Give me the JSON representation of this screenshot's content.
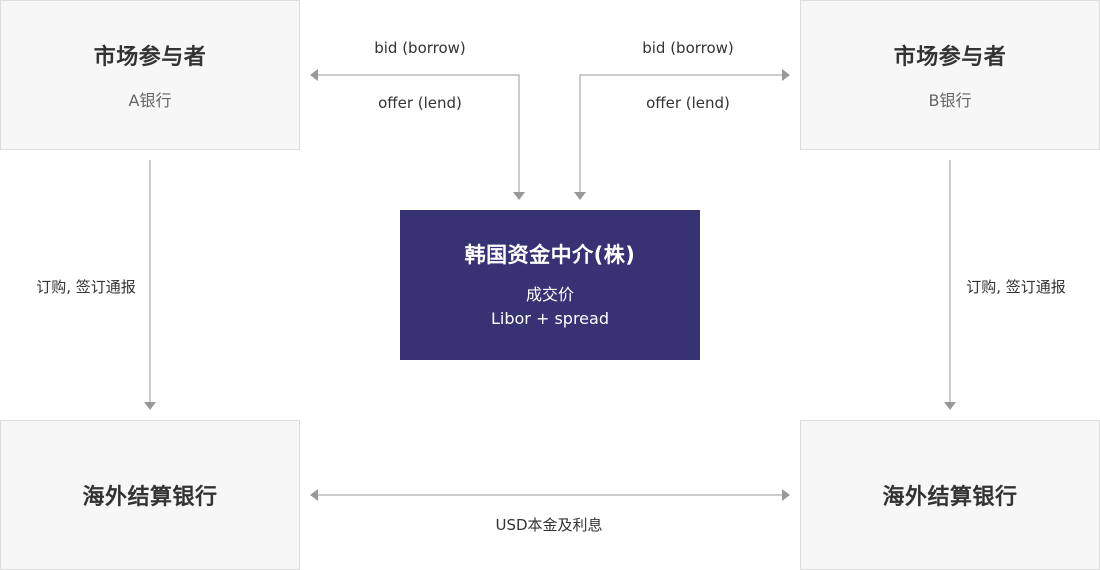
{
  "participant_left": {
    "title": "市场参与者",
    "subtitle": "A银行"
  },
  "participant_right": {
    "title": "市场参与者",
    "subtitle": "B银行"
  },
  "broker": {
    "title": "韩国资金中介(株)",
    "line1": "成交价",
    "line2": "Libor + spread"
  },
  "settlement_left": {
    "title": "海外结算银行"
  },
  "settlement_right": {
    "title": "海外结算银行"
  },
  "flows": {
    "left_bid": "bid (borrow)",
    "left_offer": "offer (lend)",
    "right_bid": "bid (borrow)",
    "right_offer": "offer (lend)",
    "left_vertical": "订购, 签订通报",
    "right_vertical": "订购, 签订通报",
    "bottom": "USD本金及利息"
  },
  "colors": {
    "box_fill": "#f7f7f7",
    "box_border": "#dddddd",
    "broker_fill": "#363273",
    "arrow": "#999999"
  }
}
